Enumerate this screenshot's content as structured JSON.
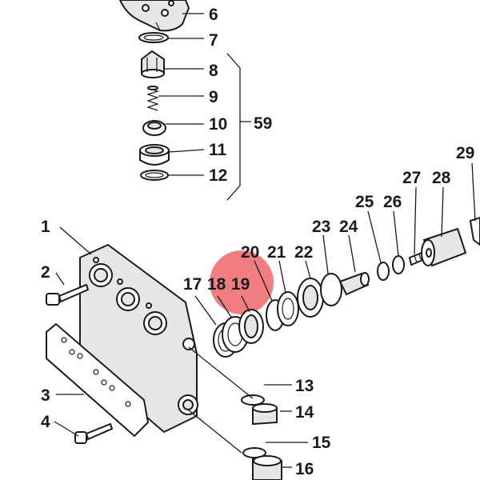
{
  "labels": {
    "l1": "1",
    "l2": "2",
    "l3": "3",
    "l4": "4",
    "l6": "6",
    "l7": "7",
    "l8": "8",
    "l9": "9",
    "l10": "10",
    "l11": "11",
    "l12": "12",
    "l13": "13",
    "l14": "14",
    "l15": "15",
    "l16": "16",
    "l17": "17",
    "l18": "18",
    "l19": "19",
    "l20": "20",
    "l21": "21",
    "l22": "22",
    "l23": "23",
    "l24": "24",
    "l25": "25",
    "l26": "26",
    "l27": "27",
    "l28": "28",
    "l29": "29",
    "l59": "59"
  },
  "highlight": {
    "target": "19",
    "color": "#e8373b"
  },
  "colors": {
    "ink": "#1a1a1a",
    "body_fill": "#e6e6e6",
    "background": "#ffffff"
  }
}
